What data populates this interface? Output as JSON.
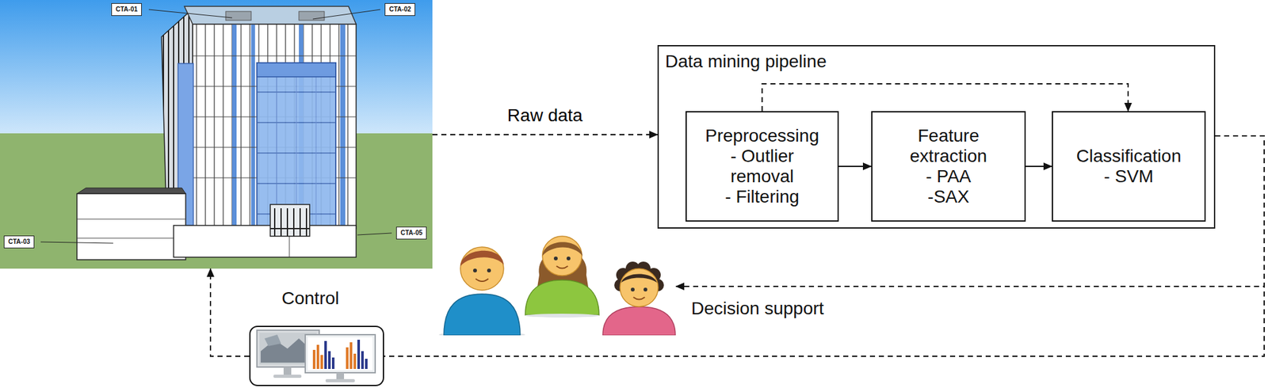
{
  "diagram": {
    "nodes": [
      {
        "text": [
          "CTA-01",
          "CTA-02",
          "CTA-03",
          "CTA-05"
        ]
      },
      {
        "text": [
          "Data mining pipeline"
        ]
      },
      {
        "text": [
          "Preprocessing",
          "- Outlier removal",
          "- Filtering"
        ],
        "in": 1
      },
      {
        "text": [
          "Feature extraction",
          "- PAA",
          "-SAX"
        ],
        "in": 1
      },
      {
        "text": [
          "Classification",
          "- SVM"
        ],
        "in": 1
      },
      {
        "text": [
          "Decision support"
        ]
      },
      {
        "text": [
          "Control"
        ]
      }
    ],
    "edges": [
      {
        "from": 0,
        "to": 1,
        "label": "Raw data",
        "arrow": "to"
      },
      {
        "from": 2,
        "to": 3,
        "arrow": "to"
      },
      {
        "from": 3,
        "to": 4,
        "arrow": "to"
      },
      {
        "from": 2,
        "to": 4,
        "arrow": "to"
      },
      {
        "from": 1,
        "to": 5,
        "arrow": "to"
      },
      {
        "from": 1,
        "to": 6,
        "arrow": "none"
      },
      {
        "from": 6,
        "to": 0,
        "arrow": "to"
      }
    ]
  }
}
